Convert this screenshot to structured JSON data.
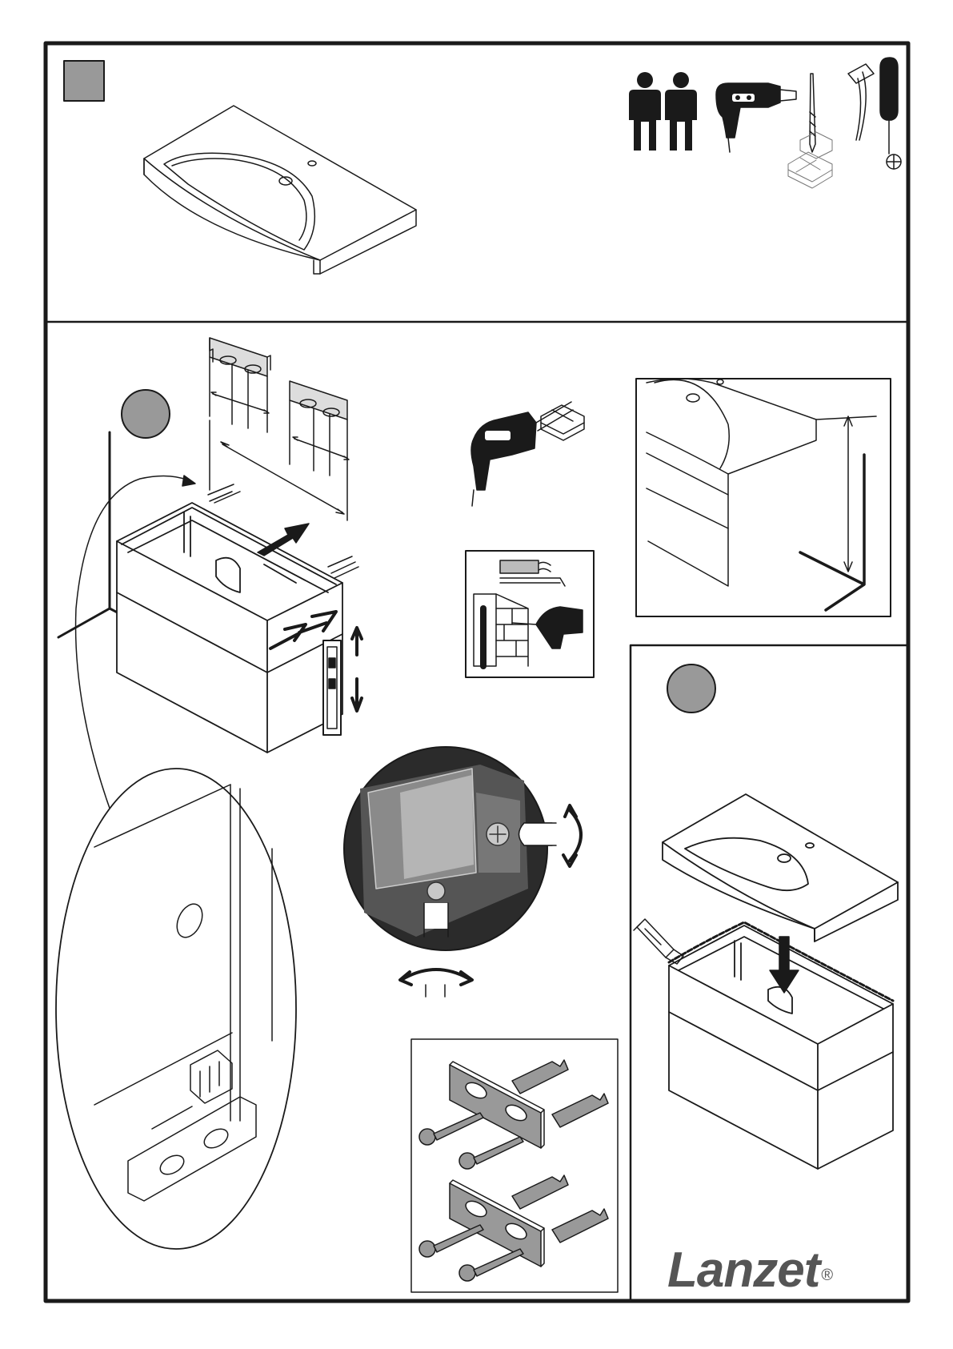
{
  "brand": {
    "name": "Lanzet",
    "registered_mark": "®",
    "color": "#555555"
  },
  "colors": {
    "frame": "#1a1a1a",
    "step_marker": "#999999",
    "line_art": "#1a1a1a"
  },
  "sections": {
    "top": {
      "step_marker": "square",
      "illustration": "washbasin-top",
      "required_tools": [
        "two-persons-icon",
        "power-drill-icon",
        "drill-bit-icon",
        "brick-wall-icon",
        "hammer-icon",
        "phillips-screwdriver-icon"
      ]
    },
    "mount_cabinet": {
      "step_marker": "circle",
      "illustrations": [
        "wall-brackets-with-spacing",
        "cabinet-on-wall",
        "spirit-level",
        "bracket-detail-zoom"
      ]
    },
    "drilling": {
      "illustrations": [
        "drill-into-wall",
        "avoid-cables-and-pipes-warning"
      ]
    },
    "height_check": {
      "illustration": "cabinet-height-measure"
    },
    "adjust_bracket": {
      "illustration": "bracket-adjustment-screws"
    },
    "hardware_kit": {
      "items": [
        "wall-bracket",
        "wall-bracket",
        "screw",
        "screw",
        "screw",
        "screw",
        "wall-plug",
        "wall-plug",
        "wall-plug",
        "wall-plug"
      ]
    },
    "fit_basin": {
      "step_marker": "circle",
      "illustration": "place-basin-with-sealant"
    }
  }
}
